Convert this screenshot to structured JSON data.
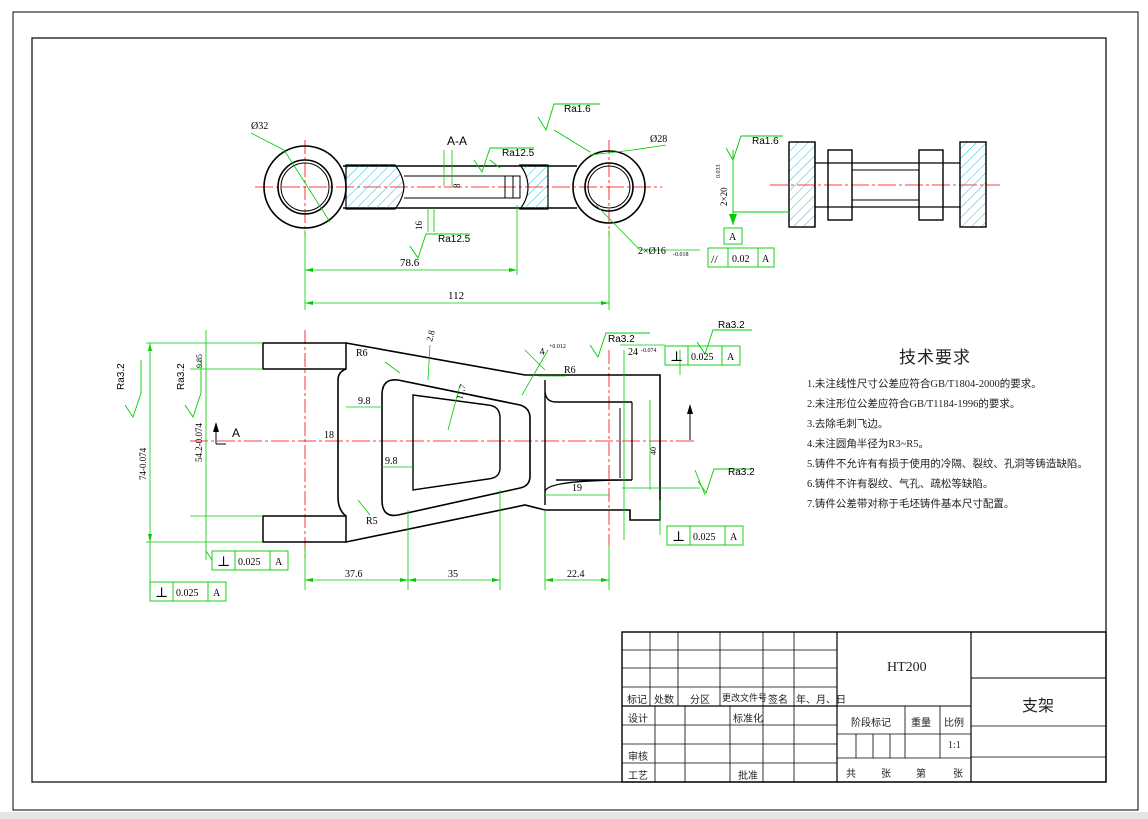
{
  "colors": {
    "outline": "#000000",
    "dimension": "#00cc00",
    "centerline": "#ff0000",
    "hatch": "#00aacc",
    "text": "#222222"
  },
  "section_label": "A-A",
  "view_arrow_label": "A",
  "datum_label": "A",
  "dims": {
    "dia_32": "Ø32",
    "dia_28": "Ø28",
    "len_78_6": "78.6",
    "len_112": "112",
    "len_16": "16",
    "len_8": "8",
    "two_x_16": "2×Ø16",
    "two_x_16_tol": "-0.018",
    "two_x_20": "2×20",
    "two_x_20_tol": "0.033",
    "r6_a": "R6",
    "r6_b": "R6",
    "r5": "R5",
    "len_2_8": "2.8",
    "len_11_7": "11.7",
    "len_9_8_a": "9.8",
    "len_9_8_b": "9.8",
    "len_18": "18",
    "len_19": "19",
    "len_37_6": "37.6",
    "len_35": "35",
    "len_22_4": "22.4",
    "len_74": "74-0.074",
    "len_54": "54.2-0.074",
    "len_9_85": "9.85",
    "len_40": "40",
    "len_4": "4",
    "len_4_tol": "+0.012",
    "len_24": "24",
    "len_24_tol": "-0.074"
  },
  "roughness": {
    "ra16_top": "Ra1.6",
    "ra125_top": "Ra12.5",
    "ra125_bottom": "Ra12.5",
    "ra16_right": "Ra1.6",
    "ra32_left_outer": "Ra3.2",
    "ra32_left_inner": "Ra3.2",
    "ra32_mid": "Ra3.2",
    "ra32_right_top": "Ra3.2",
    "ra32_right": "Ra3.2"
  },
  "tolerance_frames": [
    {
      "symbol": "//",
      "value": "0.02",
      "datum": "A"
    },
    {
      "symbol": "⊥",
      "value": "0.025",
      "datum": "A"
    },
    {
      "symbol": "⊥",
      "value": "0.025",
      "datum": "A"
    },
    {
      "symbol": "⊥",
      "value": "0.025",
      "datum": "A"
    },
    {
      "symbol": "⊥",
      "value": "0.025",
      "datum": "A"
    }
  ],
  "requirements": {
    "title": "技术要求",
    "items": [
      "1.未注线性尺寸公差应符合GB/T1804-2000的要求。",
      "2.未注形位公差应符合GB/T1184-1996的要求。",
      "3.去除毛刺飞边。",
      "4.未注圆角半径为R3~R5。",
      "5.铸件不允许有有损于使用的冷隔、裂纹、孔洞等铸造缺陷。",
      "6.铸件不许有裂纹、气孔、疏松等缺陷。",
      "7.铸件公差带对称于毛坯铸件基本尺寸配置。"
    ]
  },
  "title_block": {
    "material": "HT200",
    "part_name": "支架",
    "headers": [
      "标记",
      "处数",
      "分区",
      "更改文件号",
      "签名",
      "年、月、日"
    ],
    "design": "设计",
    "standardization": "标准化",
    "review": "审核",
    "process": "工艺",
    "approve": "批准",
    "stage_mark": "阶段标记",
    "weight": "重量",
    "scale_label": "比例",
    "scale": "1:1",
    "sheets_total": "共",
    "sheet_unit": "张",
    "sheet_no": "第",
    "sheet_unit2": "张"
  }
}
